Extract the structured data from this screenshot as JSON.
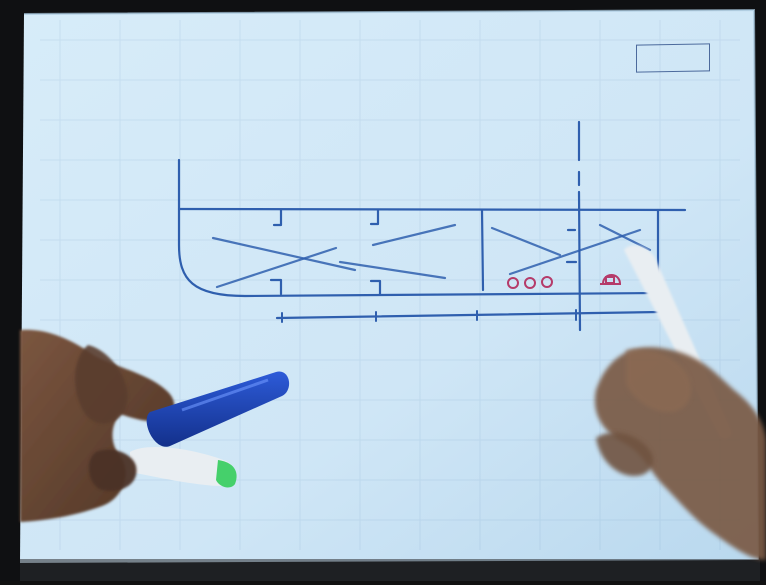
{
  "scene": {
    "description_colors": {
      "paper": "#cfe6f6",
      "ink_blue": "#2f5fae",
      "ink_red": "#b53b6a",
      "marker_blue": "#1d3fa6",
      "cap_green": "#45d06b",
      "skin": "#6b4a36",
      "pen_white": "#e9eef2"
    },
    "stamp": {
      "line1": "",
      "line2": ""
    },
    "objects": {
      "paper_sheet": "paper-sheet",
      "hull_sketch": "hull-sketch",
      "left_hand": "left-hand-holding-marker",
      "right_hand": "right-hand-holding-pen"
    }
  }
}
